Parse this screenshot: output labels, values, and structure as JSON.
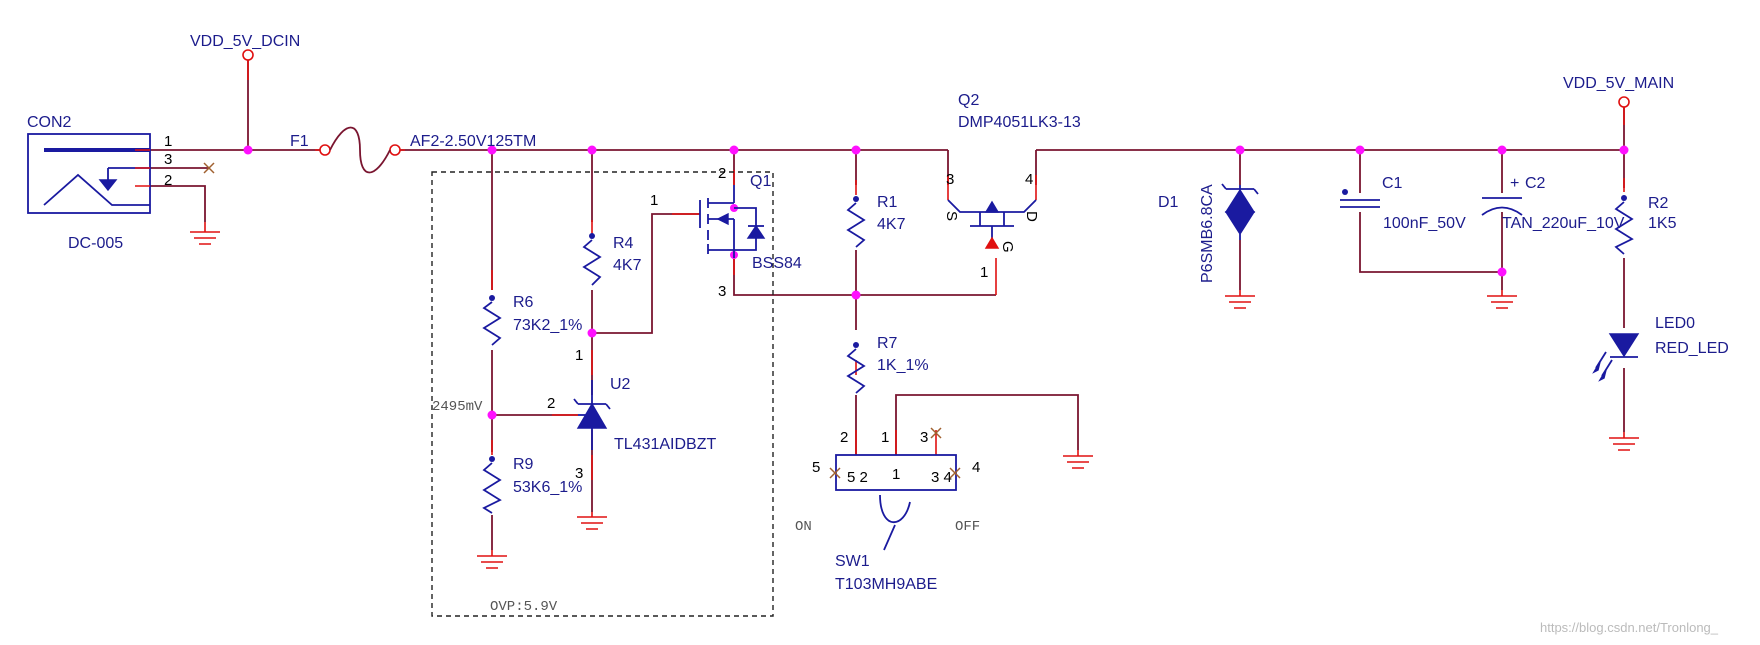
{
  "nets": {
    "dcin": "VDD_5V_DCIN",
    "main": "VDD_5V_MAIN"
  },
  "con2": {
    "ref": "CON2",
    "value": "DC-005",
    "pin1": "1",
    "pin2": "2",
    "pin3": "3"
  },
  "f1": {
    "ref": "F1",
    "value": "AF2-2.50V125TM"
  },
  "q1": {
    "ref": "Q1",
    "value": "BSS84",
    "pin1": "1",
    "pin2": "2",
    "pin3": "3"
  },
  "q2": {
    "ref": "Q2",
    "value": "DMP4051LK3-13",
    "pin1": "1",
    "pin3": "3",
    "pin4": "4",
    "s": "S",
    "g": "G",
    "d": "D"
  },
  "r1": {
    "ref": "R1",
    "value": "4K7"
  },
  "r4": {
    "ref": "R4",
    "value": "4K7"
  },
  "r6": {
    "ref": "R6",
    "value": "73K2_1%"
  },
  "r7": {
    "ref": "R7",
    "value": "1K_1%"
  },
  "r9": {
    "ref": "R9",
    "value": "53K6_1%"
  },
  "r2": {
    "ref": "R2",
    "value": "1K5"
  },
  "u2": {
    "ref": "U2",
    "value": "TL431AIDBZT",
    "pin1": "1",
    "pin2": "2",
    "pin3": "3",
    "vref_note": "2495mV"
  },
  "ovp": {
    "label": "OVP:5.9V"
  },
  "d1": {
    "ref": "D1",
    "value": "P6SMB6.8CA"
  },
  "c1": {
    "ref": "C1",
    "value": "100nF_50V"
  },
  "c2": {
    "ref": "C2",
    "value": "TAN_220uF_10V",
    "polarity": "+"
  },
  "led0": {
    "ref": "LED0",
    "value": "RED_LED"
  },
  "sw1": {
    "ref": "SW1",
    "value": "T103MH9ABE",
    "on": "ON",
    "off": "OFF",
    "pin1": "1",
    "pin2": "2",
    "pin3": "3",
    "pin4": "4",
    "pin5": "5",
    "in1": "1",
    "in2": "5 2",
    "in3": "3 4"
  },
  "watermark": "https://blog.csdn.net/Tronlong_"
}
